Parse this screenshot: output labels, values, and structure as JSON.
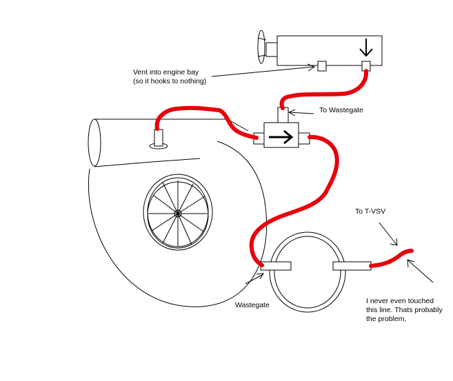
{
  "labels": {
    "vent_line1": "Vent into engine bay",
    "vent_line2": "(so it hooks to nothing)",
    "to_wastegate": "To Wastegate",
    "to_tvsv": "To T-VSV",
    "wastegate": "Wastegate",
    "note_line1": "I never even touched",
    "note_line2": "this line. Thats probably",
    "note_line3": "the problem,"
  },
  "colors": {
    "hose": "#e8000b",
    "outline": "#000000",
    "background": "#ffffff"
  }
}
